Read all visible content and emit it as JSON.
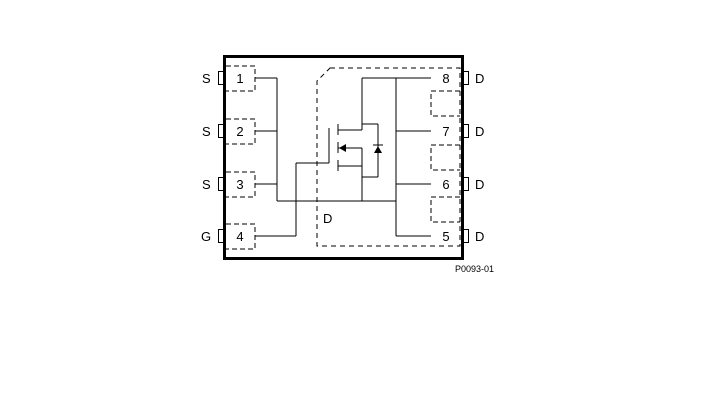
{
  "pins_left": [
    {
      "number": "1",
      "name": "S"
    },
    {
      "number": "2",
      "name": "S"
    },
    {
      "number": "3",
      "name": "S"
    },
    {
      "number": "4",
      "name": "G"
    }
  ],
  "pins_right": [
    {
      "number": "8",
      "name": "D"
    },
    {
      "number": "7",
      "name": "D"
    },
    {
      "number": "6",
      "name": "D"
    },
    {
      "number": "5",
      "name": "D"
    }
  ],
  "pad_label": "D",
  "figure_id": "P0093-01",
  "colors": {
    "line": "#000000",
    "background": "#ffffff"
  }
}
